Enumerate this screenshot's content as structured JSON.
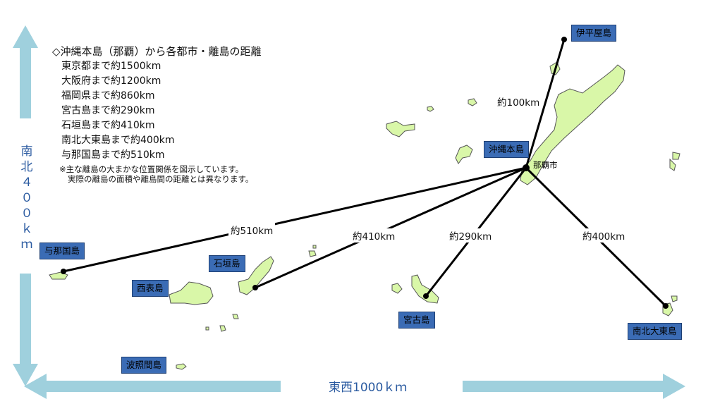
{
  "info": {
    "title": "◇沖縄本島（那覇）から各都市・離島の距離",
    "items": [
      "東京都まで約1500km",
      "大阪府まで約1200km",
      "福岡県まで約860km",
      "宮古島まで約290km",
      "石垣島まで約410km",
      "南北大東島まで約400km",
      "与那国島まで約510km"
    ],
    "note_line1": "※主な離島の大まかな位置関係を図示しています。",
    "note_line2": "実際の離島の面積や離島間の距離とは異なります。"
  },
  "labels": {
    "iheya": "伊平屋島",
    "okinawa_main": "沖縄本島",
    "naha": "那覇市",
    "yonaguni": "与那国島",
    "ishigaki": "石垣島",
    "iriomote": "西表島",
    "miyako": "宮古島",
    "daito": "南北大東島",
    "hateruma": "波照間島"
  },
  "distances": {
    "iheya": "約100km",
    "yonaguni": "約510km",
    "ishigaki": "約410km",
    "miyako": "約290km",
    "daito": "約400km"
  },
  "axes": {
    "ew": "東西1000ｋｍ",
    "ns": [
      "南",
      "北",
      "４",
      "０",
      "０",
      "ｋ",
      "ｍ"
    ]
  },
  "colors": {
    "arrow": "#9fd0dd",
    "island": "#d9f7a8",
    "island_stroke": "#555555",
    "label_bg": "#3b6cb5"
  }
}
